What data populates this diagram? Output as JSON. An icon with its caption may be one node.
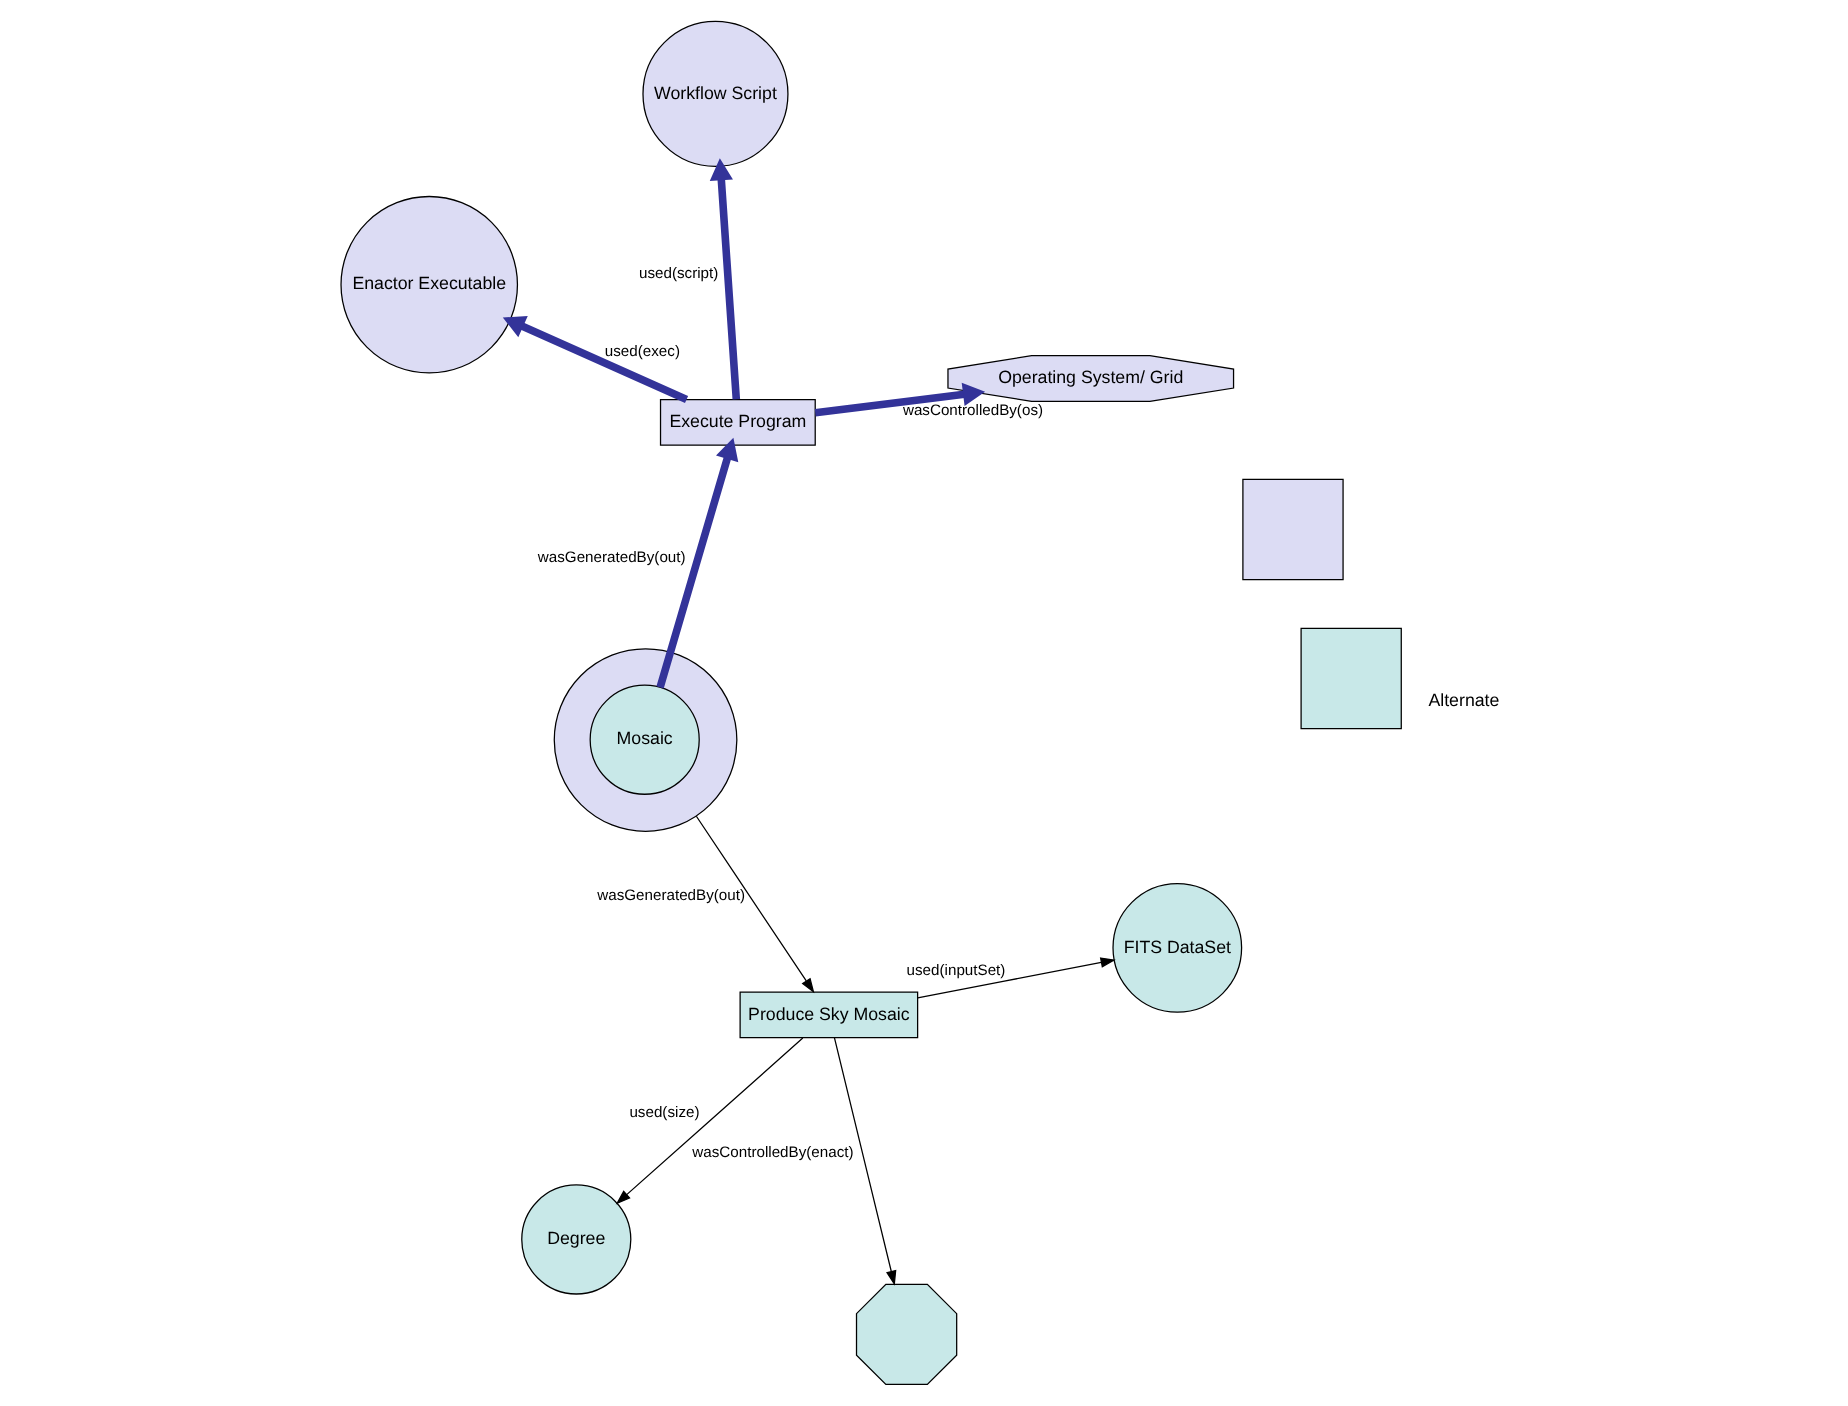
{
  "diagram": {
    "nodes": [
      {
        "text": [],
        "shape": "box"
      },
      {
        "text": [],
        "shape": "box"
      },
      {
        "text": [
          "Enactor Executable"
        ]
      },
      {
        "text": [
          "Workflow Script"
        ]
      },
      {
        "text": [
          "Operating System/ Grid"
        ]
      },
      {
        "text": [
          "Execute Program"
        ]
      },
      {
        "text": [],
        "shape": "octagon"
      },
      {
        "text": [
          "FITS DataSet"
        ]
      },
      {
        "text": [
          "Produce Sky Mosaic"
        ]
      },
      {
        "text": [],
        "shape": "circle"
      },
      {
        "text": [
          "Mosaic"
        ],
        "in": 9
      },
      {
        "text": [
          "Degree"
        ]
      }
    ],
    "edges": [
      {
        "from": 5,
        "to": 2,
        "arrow": "to",
        "label": "used(exec)",
        "style": "thick",
        "color": "#333399"
      },
      {
        "from": 5,
        "to": 3,
        "arrow": "to",
        "label": "used(script)",
        "style": "thick",
        "color": "#333399"
      },
      {
        "from": 5,
        "to": 4,
        "arrow": "to",
        "label": "wasControlledBy(os)",
        "style": "thick",
        "color": "#333399"
      },
      {
        "from": 10,
        "to": 5,
        "arrow": "to",
        "label": "wasGeneratedBy(out)",
        "style": "thick",
        "color": "#333399"
      },
      {
        "from": 8,
        "to": 6,
        "arrow": "to",
        "label": "wasControlledBy(enact)",
        "color": "#000000"
      },
      {
        "from": 8,
        "to": 7,
        "arrow": "to",
        "label": "used(inputSet)",
        "color": "#000000"
      },
      {
        "from": 8,
        "to": 11,
        "arrow": "to",
        "label": "used(size)",
        "color": "#000000"
      },
      {
        "from": 9,
        "to": 8,
        "arrow": "to",
        "label": "wasGeneratedBy(out)",
        "color": "#000000"
      }
    ],
    "labels": [
      "Alternate"
    ]
  }
}
